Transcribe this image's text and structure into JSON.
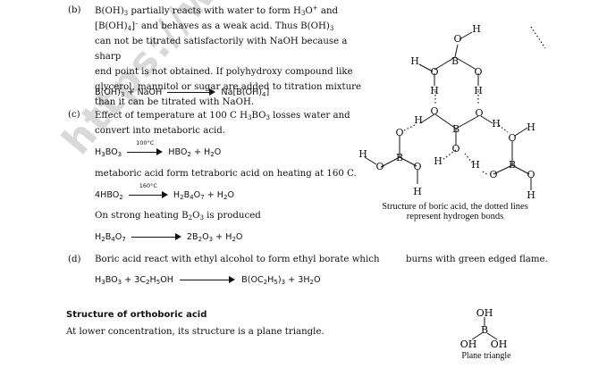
{
  "watermark": "https://www.stude",
  "section_b": {
    "label": "(b)",
    "line1_a": "B(OH)",
    "line1_b": " partially reacts with water to form H",
    "line1_c": "O",
    "line1_d": " and [B(OH)",
    "line1_e": "]",
    "line1_f": " and behaves as a weak acid. Thus B(OH)",
    "line2": "can not be titrated satisfactorily with NaOH because a sharp",
    "line3": "end point is not obtained. If polyhydroxy compound like",
    "line4": "glycerol, mannitol or sugar are added to titration mixture",
    "line5": "than it can be titrated with NaOH.",
    "eq_left": "B(OH)",
    "eq_plus": " + NaOH",
    "eq_right": "Na[B(OH)",
    "eq_right_end": "]"
  },
  "section_c": {
    "label": "(c)",
    "line1": "Effect of temperature at 100 C H",
    "line1_b": "BO",
    "line1_c": " losses water and",
    "line2": "convert into metaboric acid.",
    "eq1_left": "H",
    "eq1_left_b": "BO",
    "eq1_cond": "100°C",
    "eq1_right": "HBO",
    "eq1_right_b": " + H",
    "eq1_right_c": "O",
    "text2": "metaboric acid form tetraboric acid on heating at 160  C.",
    "eq2_left": "4HBO",
    "eq2_cond": "160°C",
    "eq2_right": "H",
    "eq2_right_b": "B",
    "eq2_right_c": "O",
    "eq2_right_d": " + H",
    "eq2_right_e": "O",
    "text3_a": "On strong heating B",
    "text3_b": "O",
    "text3_c": " is produced",
    "eq3_left": "H",
    "eq3_left_b": "B",
    "eq3_left_c": "O",
    "eq3_right": "2B",
    "eq3_right_b": "O",
    "eq3_right_c": " + H",
    "eq3_right_d": "O"
  },
  "section_d": {
    "label": "(d)",
    "line1": "Boric acid react with ethyl alcohol to form ethyl borate which",
    "line1_cont": "burns with green edged flame.",
    "eq_left": "H",
    "eq_left_b": "BO",
    "eq_left_c": " + 3C",
    "eq_left_d": "H",
    "eq_left_e": "OH",
    "eq_right": "B(OC",
    "eq_right_b": "H",
    "eq_right_c": ")",
    "eq_right_d": " + 3H",
    "eq_right_e": "O"
  },
  "structure_caption_line1": "Structure of boric acid, the dotted lines",
  "structure_caption_line2": "represent hydrogen bonds",
  "ortho": {
    "heading": "Structure of orthoboric acid",
    "text": "At lower concentration, its structure is a plane triangle.",
    "top": "OH",
    "boron": "B",
    "left": "OH",
    "right": "OH",
    "caption": "Plane triangle"
  },
  "atoms": {
    "B": "B",
    "O": "O",
    "H": "H"
  }
}
